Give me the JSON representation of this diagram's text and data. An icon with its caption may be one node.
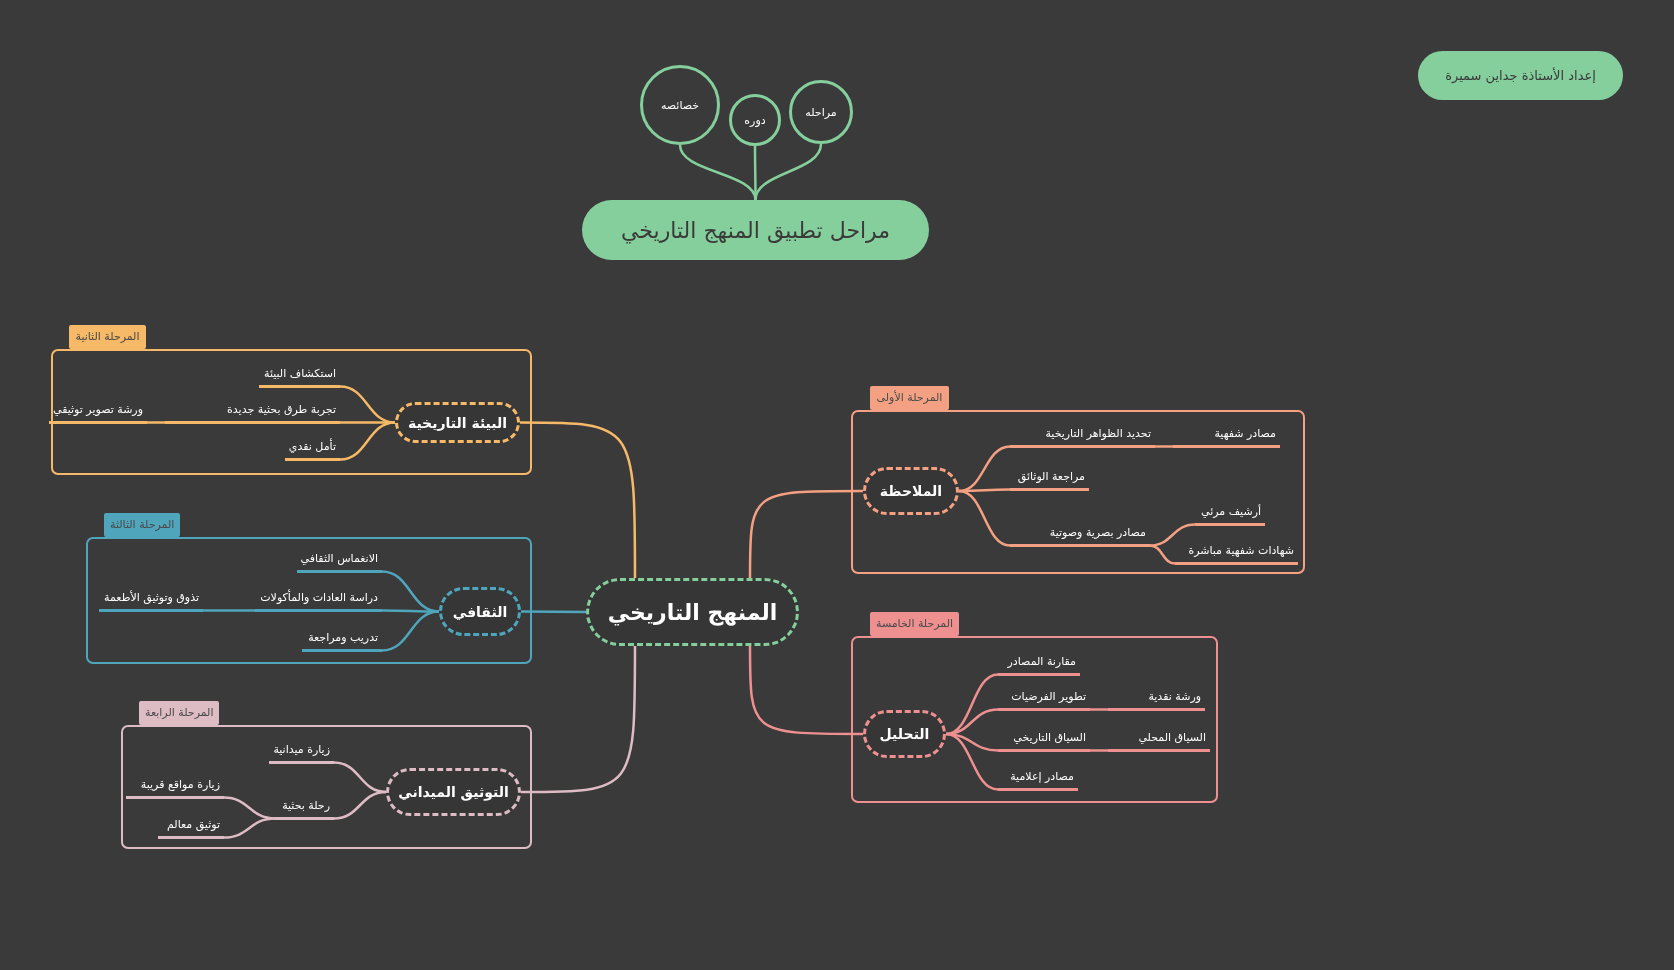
{
  "diagram": {
    "nodes": [
      {
        "text": [
          "المنهج التاريخي"
        ]
      },
      {
        "text": [
          "مراحل تطبيق المنهج التاريخي"
        ]
      },
      {
        "text": [
          "خصائصه"
        ]
      },
      {
        "text": [
          "دوره"
        ]
      },
      {
        "text": [
          "مراحله"
        ]
      },
      {
        "text": [
          "إعداد الأستاذة جداين سميرة"
        ]
      },
      {
        "text": [
          "المرحلة الثانية"
        ]
      },
      {
        "text": [
          "البيئة التاريخية"
        ],
        "in": 6
      },
      {
        "text": [
          "استكشاف البيئة"
        ],
        "in": 6
      },
      {
        "text": [
          "تجربة طرق بحثية جديدة"
        ],
        "in": 6
      },
      {
        "text": [
          "ورشة تصوير توثيقي"
        ],
        "in": 6
      },
      {
        "text": [
          "تأمل نقدي"
        ],
        "in": 6
      },
      {
        "text": [
          "المرحلة الثالثة"
        ]
      },
      {
        "text": [
          "الثقافي"
        ],
        "in": 12
      },
      {
        "text": [
          "الانغماس الثقافي"
        ],
        "in": 12
      },
      {
        "text": [
          "دراسة العادات والمأكولات"
        ],
        "in": 12
      },
      {
        "text": [
          "تذوق وتوثيق الأطعمة"
        ],
        "in": 12
      },
      {
        "text": [
          "تدريب ومراجعة"
        ],
        "in": 12
      },
      {
        "text": [
          "المرحلة الرابعة"
        ]
      },
      {
        "text": [
          "التوثيق الميداني"
        ],
        "in": 18
      },
      {
        "text": [
          "زيارة ميدانية"
        ],
        "in": 18
      },
      {
        "text": [
          "رحلة بحثية"
        ],
        "in": 18
      },
      {
        "text": [
          "زيارة مواقع قريبة"
        ],
        "in": 18
      },
      {
        "text": [
          "توثيق معالم"
        ],
        "in": 18
      },
      {
        "text": [
          "المرحلة الأولى"
        ]
      },
      {
        "text": [
          "الملاحظة"
        ],
        "in": 24
      },
      {
        "text": [
          "تحديد الظواهر التاريخية"
        ],
        "in": 24
      },
      {
        "text": [
          "مصادر شفهية"
        ],
        "in": 24
      },
      {
        "text": [
          "مراجعة الوثائق"
        ],
        "in": 24
      },
      {
        "text": [
          "مصادر بصرية وصوتية"
        ],
        "in": 24
      },
      {
        "text": [
          "أرشيف مرئي"
        ],
        "in": 24
      },
      {
        "text": [
          "شهادات شفهية مباشرة"
        ],
        "in": 24
      },
      {
        "text": [
          "المرحلة الخامسة"
        ]
      },
      {
        "text": [
          "التحليل"
        ],
        "in": 32
      },
      {
        "text": [
          "مقارنة المصادر"
        ],
        "in": 32
      },
      {
        "text": [
          "تطوير الفرضيات"
        ],
        "in": 32
      },
      {
        "text": [
          "ورشة نقدية"
        ],
        "in": 32
      },
      {
        "text": [
          "السياق التاريخي"
        ],
        "in": 32
      },
      {
        "text": [
          "السياق المحلي"
        ],
        "in": 32
      },
      {
        "text": [
          "مصادر إعلامية"
        ],
        "in": 32
      }
    ],
    "edges": [
      {
        "from": 1,
        "to": 2,
        "arrow": "none",
        "color": "#84cf9c"
      },
      {
        "from": 1,
        "to": 3,
        "arrow": "none",
        "color": "#84cf9c"
      },
      {
        "from": 1,
        "to": 4,
        "arrow": "none",
        "color": "#84cf9c"
      },
      {
        "from": 0,
        "to": 7,
        "arrow": "none",
        "color": "#f6b968"
      },
      {
        "from": 7,
        "to": 8,
        "arrow": "none",
        "color": "#f6b968"
      },
      {
        "from": 7,
        "to": 9,
        "arrow": "none",
        "color": "#f6b968"
      },
      {
        "from": 9,
        "to": 10,
        "arrow": "none",
        "color": "#f6b968"
      },
      {
        "from": 7,
        "to": 11,
        "arrow": "none",
        "color": "#f6b968"
      },
      {
        "from": 0,
        "to": 13,
        "arrow": "none",
        "color": "#4fa6bc"
      },
      {
        "from": 13,
        "to": 14,
        "arrow": "none",
        "color": "#4fa6bc"
      },
      {
        "from": 13,
        "to": 15,
        "arrow": "none",
        "color": "#4fa6bc"
      },
      {
        "from": 15,
        "to": 16,
        "arrow": "none",
        "color": "#4fa6bc"
      },
      {
        "from": 13,
        "to": 17,
        "arrow": "none",
        "color": "#4fa6bc"
      },
      {
        "from": 0,
        "to": 19,
        "arrow": "none",
        "color": "#ddbcc4"
      },
      {
        "from": 19,
        "to": 20,
        "arrow": "none",
        "color": "#ddbcc4"
      },
      {
        "from": 19,
        "to": 21,
        "arrow": "none",
        "color": "#ddbcc4"
      },
      {
        "from": 21,
        "to": 22,
        "arrow": "none",
        "color": "#ddbcc4"
      },
      {
        "from": 21,
        "to": 23,
        "arrow": "none",
        "color": "#ddbcc4"
      },
      {
        "from": 0,
        "to": 25,
        "arrow": "none",
        "color": "#f4a183"
      },
      {
        "from": 25,
        "to": 26,
        "arrow": "none",
        "color": "#f4a183"
      },
      {
        "from": 26,
        "to": 27,
        "arrow": "none",
        "color": "#f4a183"
      },
      {
        "from": 25,
        "to": 28,
        "arrow": "none",
        "color": "#f4a183"
      },
      {
        "from": 25,
        "to": 29,
        "arrow": "none",
        "color": "#f4a183"
      },
      {
        "from": 29,
        "to": 30,
        "arrow": "none",
        "color": "#f4a183"
      },
      {
        "from": 29,
        "to": 31,
        "arrow": "none",
        "color": "#f4a183"
      },
      {
        "from": 0,
        "to": 33,
        "arrow": "none",
        "color": "#ee9090"
      },
      {
        "from": 33,
        "to": 34,
        "arrow": "none",
        "color": "#ee9090"
      },
      {
        "from": 33,
        "to": 35,
        "arrow": "none",
        "color": "#ee9090"
      },
      {
        "from": 35,
        "to": 36,
        "arrow": "none",
        "color": "#ee9090"
      },
      {
        "from": 33,
        "to": 37,
        "arrow": "none",
        "color": "#ee9090"
      },
      {
        "from": 37,
        "to": 38,
        "arrow": "none",
        "color": "#ee9090"
      },
      {
        "from": 33,
        "to": 39,
        "arrow": "none",
        "color": "#ee9090"
      }
    ]
  }
}
